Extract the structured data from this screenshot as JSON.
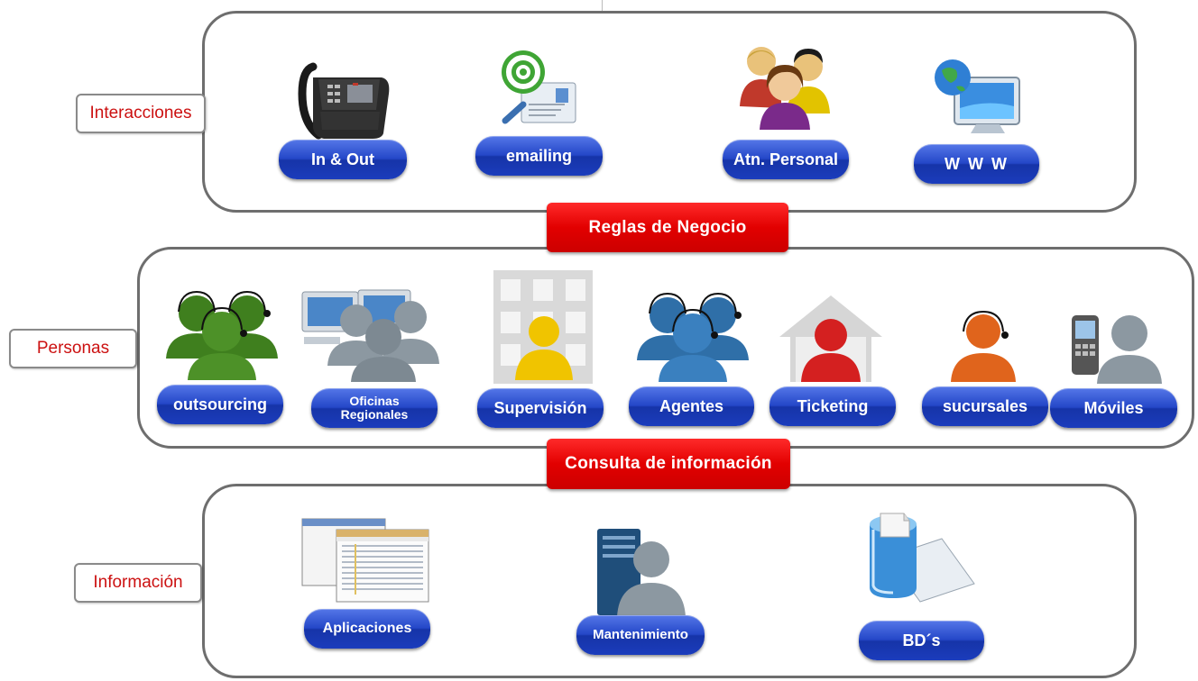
{
  "sections": {
    "interacciones": {
      "label": "Interacciones",
      "items": [
        {
          "label": "In & Out",
          "icon": "desk-phone-icon"
        },
        {
          "label": "emailing",
          "icon": "email-at-icon"
        },
        {
          "label": "Atn. Personal",
          "icon": "people-group-icon"
        },
        {
          "label": "W W W",
          "icon": "globe-monitor-icon"
        }
      ]
    },
    "personas": {
      "label": "Personas",
      "items": [
        {
          "label": "outsourcing",
          "icon": "green-headset-agents-icon"
        },
        {
          "label_line1": "Oficinas",
          "label_line2": "Regionales",
          "icon": "office-computers-users-icon"
        },
        {
          "label": "Supervisión",
          "icon": "supervisor-building-icon"
        },
        {
          "label": "Agentes",
          "icon": "blue-headset-agents-icon"
        },
        {
          "label": "Ticketing",
          "icon": "house-user-icon"
        },
        {
          "label": "sucursales",
          "icon": "orange-headset-agent-icon"
        },
        {
          "label": "Móviles",
          "icon": "mobile-phone-user-icon"
        }
      ]
    },
    "informacion": {
      "label": "Información",
      "items": [
        {
          "label": "Aplicaciones",
          "icon": "application-windows-icon"
        },
        {
          "label": "Mantenimiento",
          "icon": "server-user-icon"
        },
        {
          "label": "BD´s",
          "icon": "database-icon"
        }
      ]
    }
  },
  "connectors": {
    "reglas": "Reglas de Negocio",
    "consulta": "Consulta de información"
  },
  "colors": {
    "pill_blue": "#2447c8",
    "connector_red": "#e20000",
    "label_red": "#cc1111",
    "panel_border": "#6e6e6e"
  }
}
